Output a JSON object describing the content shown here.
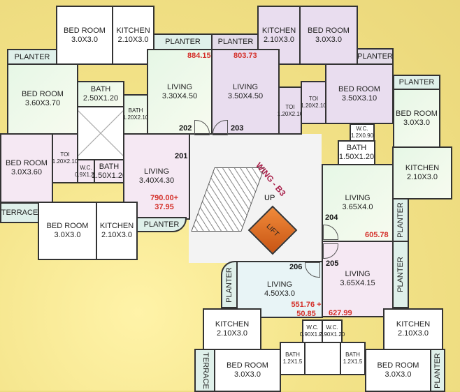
{
  "wing_label": "WING - B3",
  "stair_label": "UP",
  "lift_label": "LIFT",
  "flat_numbers": [
    "201",
    "202",
    "203",
    "204",
    "205",
    "206"
  ],
  "areas": {
    "f202": "884.15",
    "f203": "803.73",
    "f201_a": "790.00+",
    "f201_b": "37.95",
    "f204": "605.78",
    "f206_a": "551.76 +",
    "f206_b": "50.85",
    "f205": "627.99"
  },
  "planter": "PLANTER",
  "terrace": "TERRACE",
  "rooms": [
    {
      "name": "BED ROOM",
      "size": "3.0X3.0"
    },
    {
      "name": "KITCHEN",
      "size": "2.10X3.0"
    },
    {
      "name": "BED ROOM",
      "size": "3.60X3.70"
    },
    {
      "name": "BATH",
      "size": "2.50X1.20"
    },
    {
      "name": "BATH",
      "size": "1.20X2.10"
    },
    {
      "name": "LIVING",
      "size": "3.30X4.50"
    },
    {
      "name": "BED ROOM",
      "size": "3.0X3.60"
    },
    {
      "name": "TOI",
      "size": "1.20X2.10"
    },
    {
      "name": "W.C.",
      "size": "0.9X1.20"
    },
    {
      "name": "BATH",
      "size": "1.50X1.20"
    },
    {
      "name": "LIVING",
      "size": "3.40X4.30"
    },
    {
      "name": "BED ROOM",
      "size": "3.0X3.0"
    },
    {
      "name": "KITCHEN",
      "size": "2.10X3.0"
    },
    {
      "name": "KITCHEN",
      "size": "2.10X3.0"
    },
    {
      "name": "BED ROOM",
      "size": "3.0X3.0"
    },
    {
      "name": "LIVING",
      "size": "3.50X4.50"
    },
    {
      "name": "TOI",
      "size": "1.20X2.10"
    },
    {
      "name": "TOI",
      "size": "1.20X2.10"
    },
    {
      "name": "BED ROOM",
      "size": "3.50X3.10"
    },
    {
      "name": "BED ROOM",
      "size": "3.0X3.0"
    },
    {
      "name": "W.C.",
      "size": "1.2X0.90"
    },
    {
      "name": "BATH",
      "size": "1.50X1.20"
    },
    {
      "name": "KITCHEN",
      "size": "2.10X3.0"
    },
    {
      "name": "LIVING",
      "size": "3.65X4.0"
    },
    {
      "name": "LIVING",
      "size": "3.65X4.15"
    },
    {
      "name": "KITCHEN",
      "size": "2.10X3.0"
    },
    {
      "name": "BED ROOM",
      "size": "3.0X3.0"
    },
    {
      "name": "LIVING",
      "size": "4.50X3.0"
    },
    {
      "name": "KITCHEN",
      "size": "2.10X3.0"
    },
    {
      "name": "BED ROOM",
      "size": "3.0X3.0"
    },
    {
      "name": "W.C.",
      "size": "0.90X1.20"
    },
    {
      "name": "W.C.",
      "size": "0.90X1.20"
    },
    {
      "name": "BATH",
      "size": "1.2X1.5"
    },
    {
      "name": "BATH",
      "size": "1.2X1.5"
    }
  ]
}
